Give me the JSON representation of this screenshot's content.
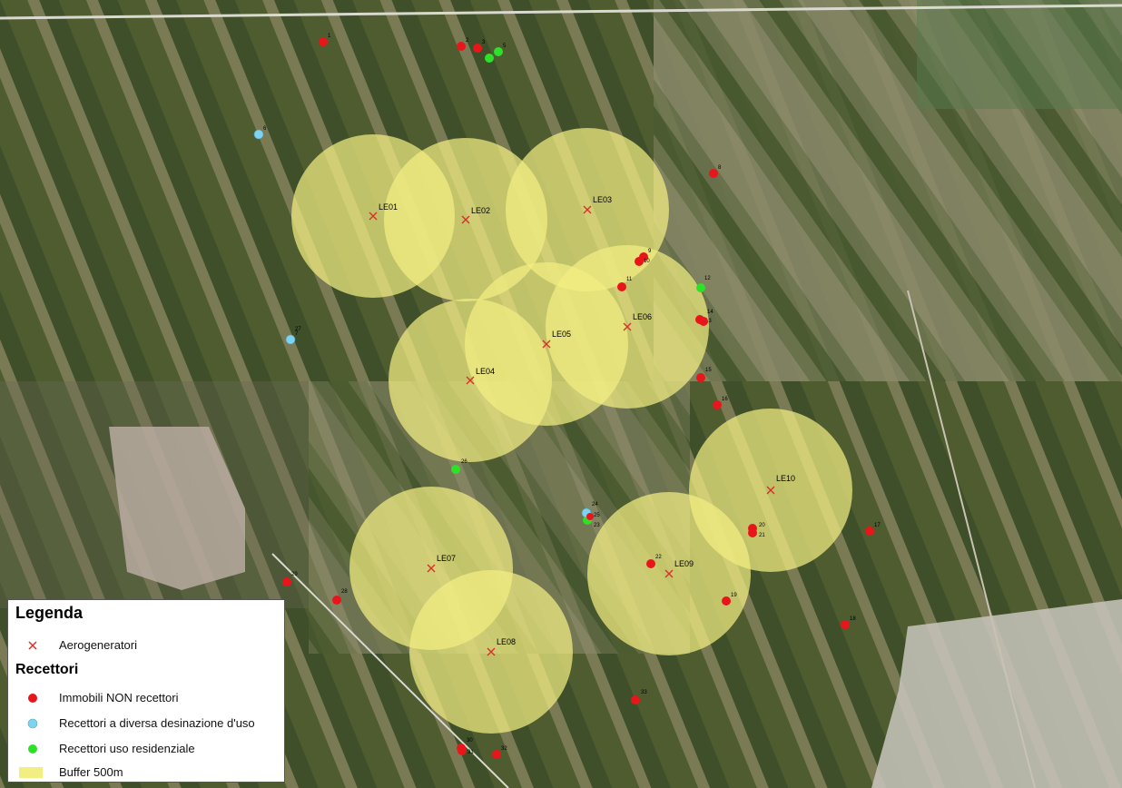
{
  "colors": {
    "buffer_fill": "#f2ee82",
    "turbine_mark": "#d9302a",
    "non_recettore": "#e8161b",
    "recettore_diversa": "#7fd3f0",
    "recettore_residenziale": "#2ee02a"
  },
  "legend": {
    "title": "Legenda",
    "aerogeneratori_label": "Aerogeneratori",
    "recettori_heading": "Recettori",
    "non_recettori_label": "Immobili NON recettori",
    "diversa_label": "Recettori a diversa desinazione d'uso",
    "residenziale_label": "Recettori uso residenziale",
    "buffer_label": "Buffer 500m"
  },
  "turbines": [
    "LE01",
    "LE02",
    "LE03",
    "LE04",
    "LE05",
    "LE06",
    "LE07",
    "LE08",
    "LE09",
    "LE10"
  ],
  "buffer_radius_m": 500,
  "receptors": [
    {
      "id": "1",
      "type": "non"
    },
    {
      "id": "2",
      "type": "non"
    },
    {
      "id": "3",
      "type": "non"
    },
    {
      "id": "4",
      "type": "res"
    },
    {
      "id": "5",
      "type": "res"
    },
    {
      "id": "6",
      "type": "diversa"
    },
    {
      "id": "7",
      "type": "diversa"
    },
    {
      "id": "8",
      "type": "non"
    },
    {
      "id": "9",
      "type": "non"
    },
    {
      "id": "10",
      "type": "non"
    },
    {
      "id": "11",
      "type": "non"
    },
    {
      "id": "12",
      "type": "res"
    },
    {
      "id": "13",
      "type": "non"
    },
    {
      "id": "14",
      "type": "non"
    },
    {
      "id": "15",
      "type": "non"
    },
    {
      "id": "16",
      "type": "non"
    },
    {
      "id": "17",
      "type": "non"
    },
    {
      "id": "18",
      "type": "non"
    },
    {
      "id": "19",
      "type": "non"
    },
    {
      "id": "20",
      "type": "non"
    },
    {
      "id": "21",
      "type": "non"
    },
    {
      "id": "22",
      "type": "non"
    },
    {
      "id": "23",
      "type": "res"
    },
    {
      "id": "24",
      "type": "diversa"
    },
    {
      "id": "25",
      "type": "non"
    },
    {
      "id": "26",
      "type": "res"
    },
    {
      "id": "27",
      "type": "diversa"
    },
    {
      "id": "28",
      "type": "non"
    },
    {
      "id": "29",
      "type": "non"
    },
    {
      "id": "30",
      "type": "non"
    },
    {
      "id": "31",
      "type": "non"
    },
    {
      "id": "32",
      "type": "non"
    },
    {
      "id": "33",
      "type": "non"
    }
  ]
}
